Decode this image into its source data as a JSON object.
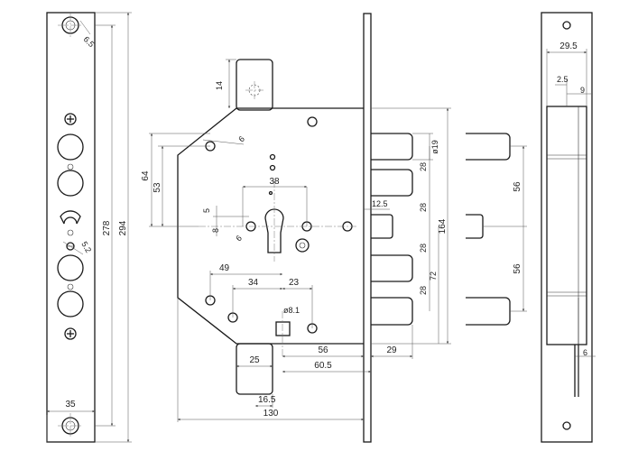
{
  "faceplate": {
    "hole_dia": "6.5",
    "height_inner": "278",
    "height_total": "294",
    "width": "35",
    "screw_dia": "5.2"
  },
  "body": {
    "angle_dim": "6",
    "dim_14": "14",
    "dim_64": "64",
    "dim_53": "53",
    "dim_38": "38",
    "dim_5": "5",
    "dim_8": "8",
    "dim_49": "49",
    "dim_34": "34",
    "dim_23": "23",
    "dim_8_1": "ø8.1",
    "dim_25": "25",
    "dim_56": "56",
    "dim_60_5": "60.5",
    "dim_29": "29",
    "dim_16_5": "16.5",
    "dim_130": "130",
    "dim_12_5": "12.5",
    "dim_164": "164",
    "dim_72": "72",
    "bolt_dia": "ø19",
    "bolt_pitch": "28",
    "bolt_spacing": "56"
  },
  "strike": {
    "width": "29.5",
    "dim_2_5": "2.5",
    "dim_9": "9",
    "dim_6": "6"
  }
}
